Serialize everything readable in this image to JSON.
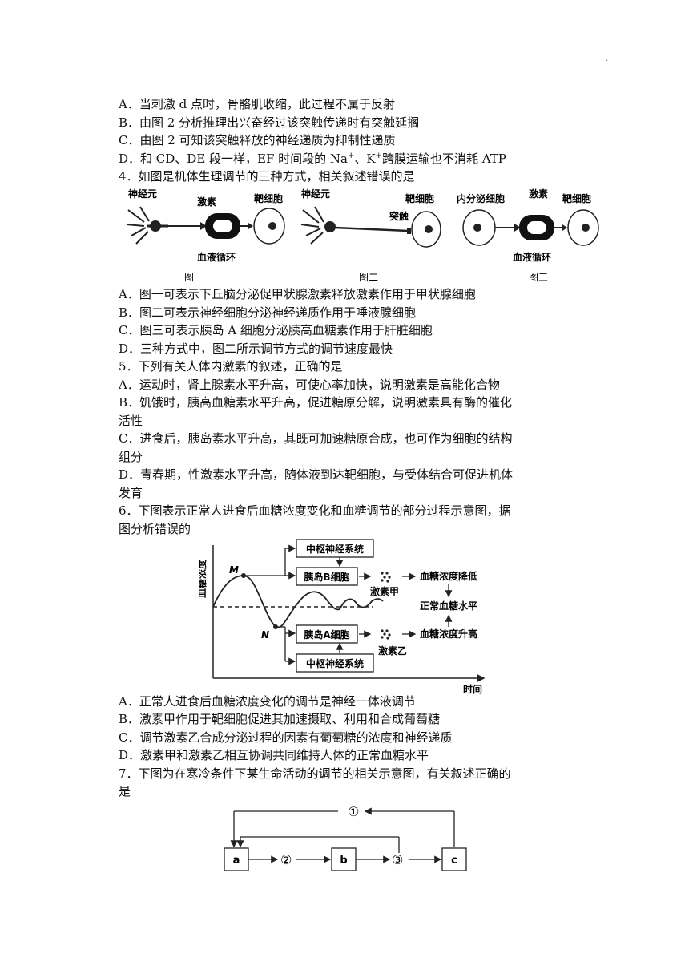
{
  "page_mark": ".",
  "q3_options": [
    "A．当刺激 d 点时，骨骼肌收缩，此过程不属于反射",
    "B．由图 2 分析推理出兴奋经过该突触传递时有突触延搁",
    "C．由图 2 可知该突触释放的神经递质为抑制性递质"
  ],
  "q3_d": {
    "pre": "D．和 CD、DE 段一样，EF 时间段的 Na",
    "mid": "、K",
    "post": "跨膜运输也不消耗 ATP",
    "sup": "+"
  },
  "q4": {
    "stem": "4．如图是机体生理调节的三种方式，相关叙述错误的是",
    "fig1": {
      "neuron": "神经元",
      "hormone": "激素",
      "target": "靶细胞",
      "blood": "血液循环",
      "caption": "图一"
    },
    "fig2": {
      "neuron": "神经元",
      "target": "靶细胞",
      "synapse": "突触",
      "caption": "图二"
    },
    "fig3": {
      "endocrine": "内分泌细胞",
      "hormone": "激素",
      "target": "靶细胞",
      "blood": "血液循环",
      "caption": "图三"
    },
    "options": [
      "A．图一可表示下丘脑分泌促甲状腺激素释放激素作用于甲状腺细胞",
      "B．图二可表示神经细胞分泌神经递质作用于唾液腺细胞",
      "C．图三可表示胰岛 A 细胞分泌胰高血糖素作用于肝脏细胞",
      "D．三种方式中，图二所示调节方式的调节速度最快"
    ]
  },
  "q5": {
    "stem": "5．下列有关人体内激素的叙述，正确的是",
    "lines": [
      "A．运动时，肾上腺素水平升高，可使心率加快，说明激素是高能化合物",
      "B．饥饿时，胰高血糖素水平升高，促进糖原分解，说明激素具有酶的催化",
      "活性",
      "C．进食后，胰岛素水平升高，其既可加速糖原合成，也可作为细胞的结构",
      "组分",
      "D．青春期，性激素水平升高，随体液到达靶细胞，与受体结合可促进机体",
      "发育"
    ]
  },
  "q6": {
    "stem1": "6．下图表示正常人进食后血糖浓度变化和血糖调节的部分过程示意图，据",
    "stem2": "图分析错误的",
    "fig": {
      "ylabel": "血糖浓度",
      "xlabel": "时间",
      "M": "M",
      "N": "N",
      "cns_top": "中枢神经系统",
      "beta": "胰岛B细胞",
      "hormone_a": "激素甲",
      "decrease": "血糖浓度降低",
      "normal": "正常血糖水平",
      "alpha": "胰岛A细胞",
      "hormone_b": "激素乙",
      "increase": "血糖浓度升高",
      "cns_bottom": "中枢神经系统"
    },
    "options": [
      "A．正常人进食后血糖浓度变化的调节是神经一体液调节",
      "B．激素甲作用于靶细胞促进其加速摄取、利用和合成葡萄糖",
      "C．调节激素乙合成分泌过程的因素有葡萄糖的浓度和神经递质",
      "D．激素甲和激素乙相互协调共同维持人体的正常血糖水平"
    ]
  },
  "q7": {
    "stem1": "7．下图为在寒冷条件下某生命活动的调节的相关示意图，有关叙述正确的",
    "stem2": "是",
    "fig": {
      "a": "a",
      "b": "b",
      "c": "c",
      "n1": "①",
      "n2": "②",
      "n3": "③"
    }
  }
}
